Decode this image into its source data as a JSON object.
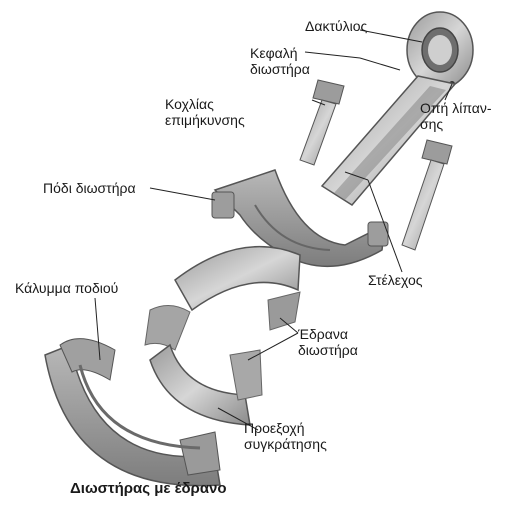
{
  "labels": {
    "ring": "Δακτύλιος",
    "head": "Κεφαλή\nδιωστήρα",
    "bolt": "Κοχλίας\nεπιμήκυνσης",
    "oil_hole": "Οπή λίπαν-\nσης",
    "foot": "Πόδι διωστήρα",
    "shank": "Στέλεχος",
    "cap": "Κάλυμμα ποδιού",
    "bearings": "Έδρανα\nδιωστήρα",
    "tab": "Προεξοχή\nσυγκράτησης"
  },
  "caption": "Διωστήρας με έδρανο"
}
